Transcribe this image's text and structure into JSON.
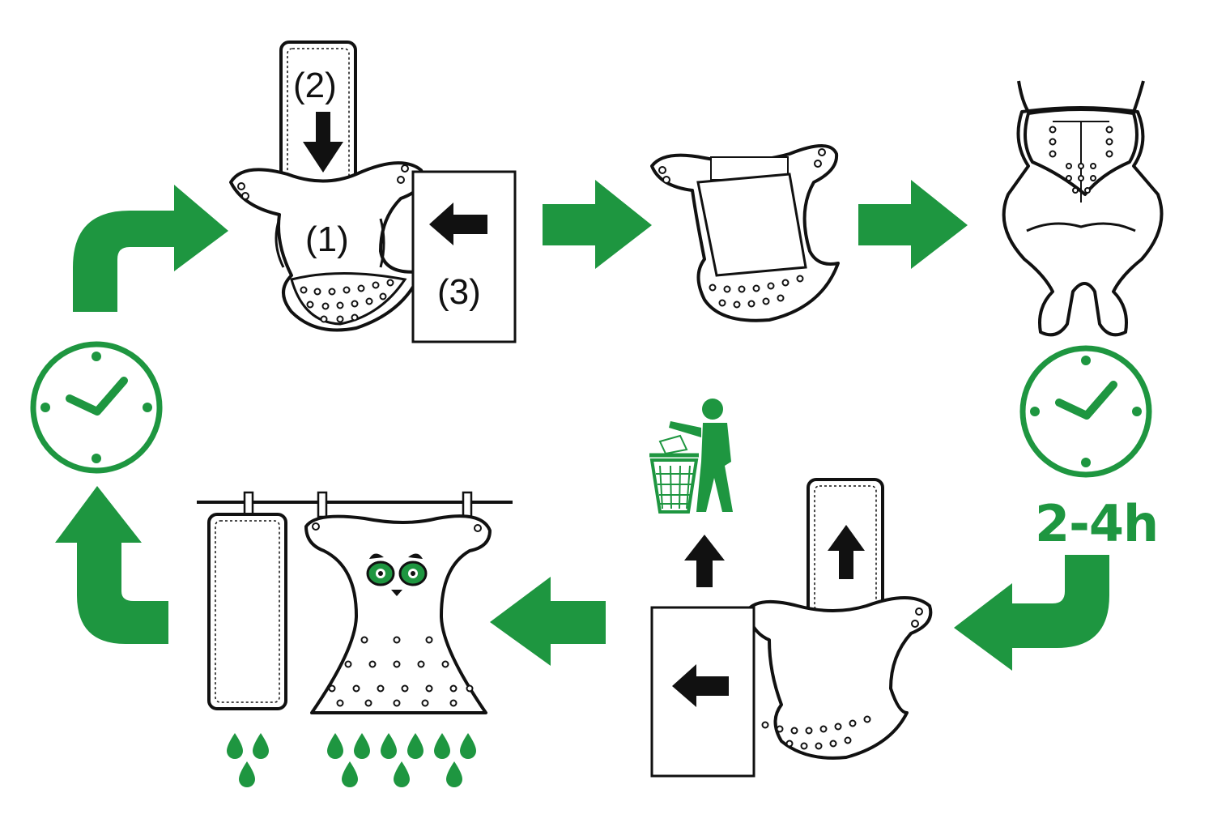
{
  "colors": {
    "green": "#1e9640",
    "black": "#111111",
    "paper": "#ffffff"
  },
  "steps": {
    "insert_labels": [
      "(1)",
      "(2)",
      "(3)"
    ],
    "duration_label": "2-4h"
  },
  "icons": [
    "clock-icon",
    "arrow-icon",
    "diaper-icon",
    "insert-pad-icon",
    "booster-sheet-icon",
    "baby-wearing-diaper-icon",
    "trash-bin-icon",
    "person-disposing-icon",
    "clothesline-icon",
    "water-drop-icon"
  ]
}
